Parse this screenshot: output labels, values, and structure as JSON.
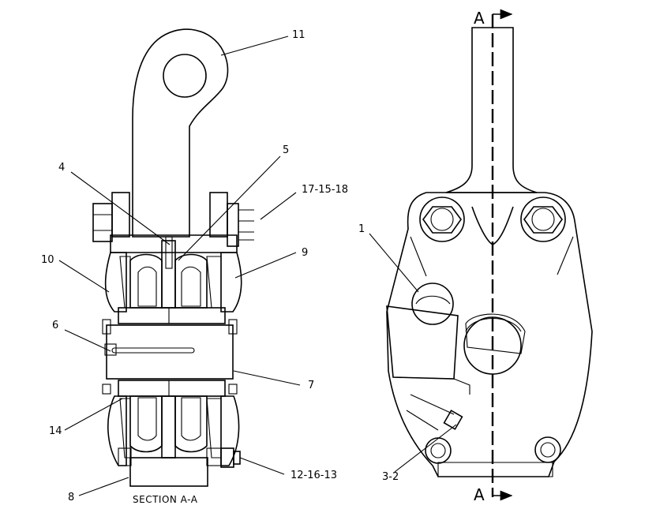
{
  "callouts": {
    "c11": "11",
    "c5": "5",
    "c4": "4",
    "c17_15_18": "17-15-18",
    "c10": "10",
    "c9": "9",
    "c1": "1",
    "c6": "6",
    "c7": "7",
    "c14": "14",
    "c12_16_13": "12-16-13",
    "c3_2": "3-2",
    "c8": "8"
  },
  "section_caption": "SECTION A-A",
  "section_marker_top": "A",
  "section_marker_bottom": "A"
}
